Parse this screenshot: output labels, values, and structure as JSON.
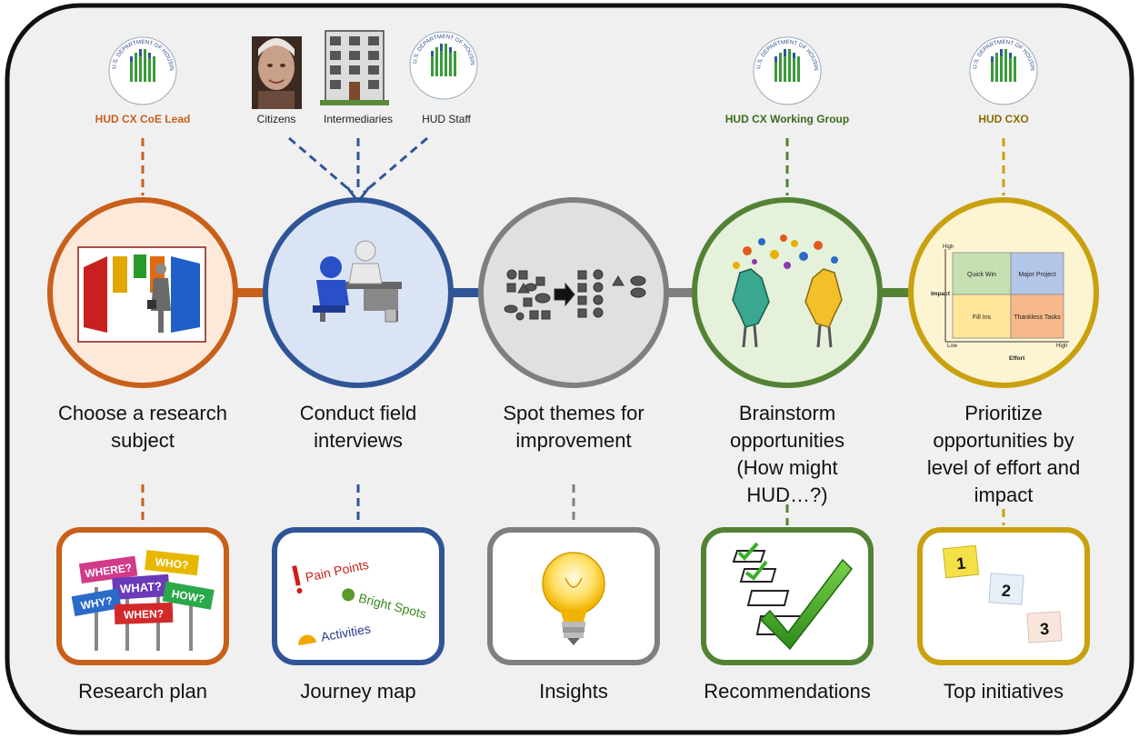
{
  "colors": {
    "orange": "#c8601b",
    "blue": "#2f5597",
    "gray": "#7f7f7f",
    "green": "#548235",
    "gold": "#c9a10e",
    "panel": "#f0f0f0"
  },
  "owners": {
    "step1": "HUD CX CoE Lead",
    "step4": "HUD CX Working Group",
    "step5": "HUD CXO"
  },
  "logo_text": "U.S. DEPARTMENT OF HOUSING AND URBAN DEVELOPMENT",
  "stakeholders": [
    "Citizens",
    "Intermediaries",
    "HUD Staff"
  ],
  "steps": [
    {
      "title": "Choose a research subject"
    },
    {
      "title": "Conduct field interviews"
    },
    {
      "title": "Spot themes for improvement"
    },
    {
      "title": "Brainstorm opportunities (How might HUD…?)"
    },
    {
      "title": "Prioritize opportunities by level of effort and impact"
    }
  ],
  "outputs": [
    "Research plan",
    "Journey map",
    "Insights",
    "Recommendations",
    "Top initiatives"
  ],
  "research_signs": [
    "WHERE?",
    "WHO?",
    "WHAT?",
    "WHY?",
    "HOW?",
    "WHEN?"
  ],
  "journey_items": [
    "Pain Points",
    "Bright Spots",
    "Activities"
  ],
  "matrix": {
    "y_axis": "Impact",
    "x_axis": "Effort",
    "high_y": "High",
    "low": "Low",
    "high_x": "High",
    "cells": [
      "Quick Win",
      "Major Project",
      "Fill Ins",
      "Thankless Tasks"
    ]
  },
  "ranks": [
    "1",
    "2",
    "3"
  ]
}
